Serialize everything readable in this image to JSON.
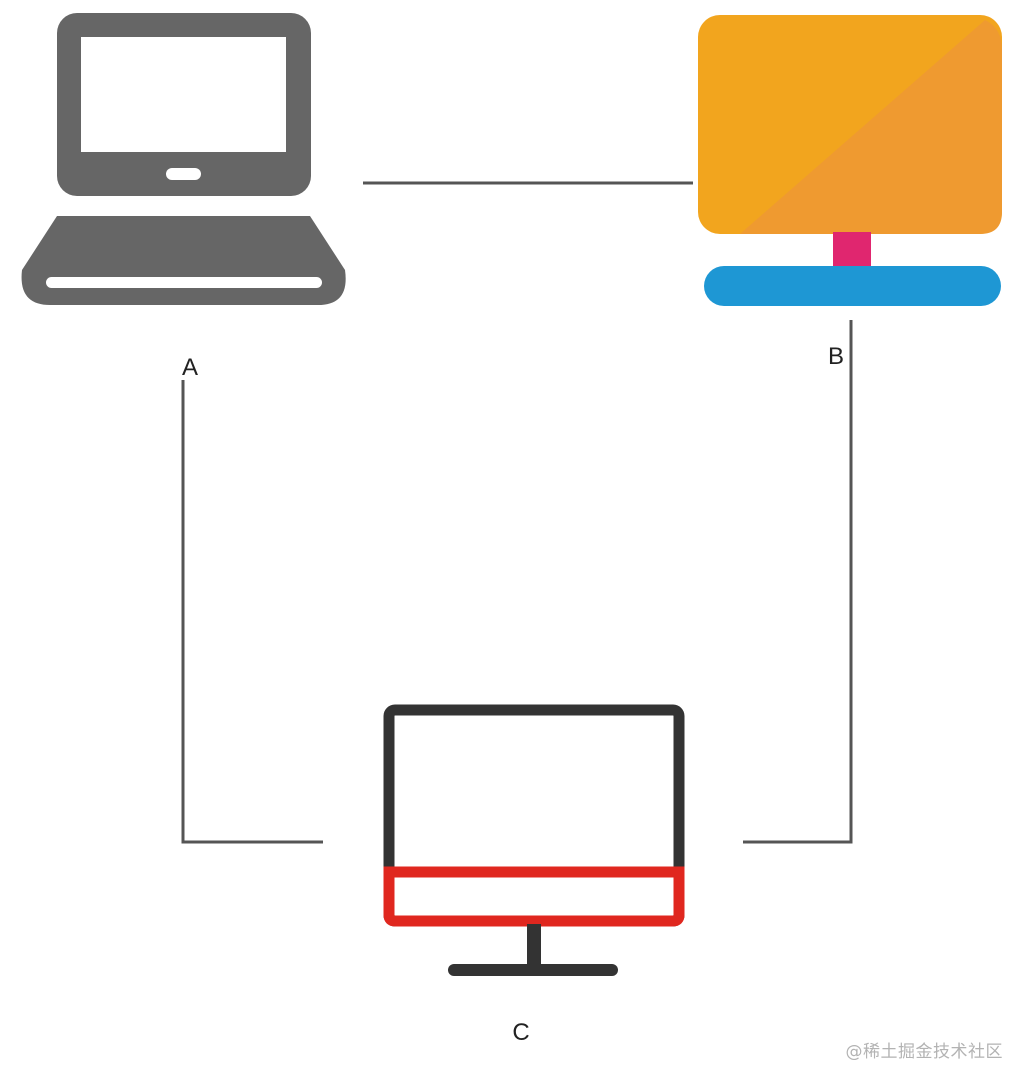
{
  "nodes": [
    {
      "id": "A",
      "label": "A",
      "icon": "laptop-icon"
    },
    {
      "id": "B",
      "label": "B",
      "icon": "desktop-monitor-icon"
    },
    {
      "id": "C",
      "label": "C",
      "icon": "desktop-monitor-outline-icon"
    }
  ],
  "edges": [
    {
      "from": "A",
      "to": "B"
    },
    {
      "from": "A",
      "to": "C"
    },
    {
      "from": "B",
      "to": "C"
    }
  ],
  "watermark": "@稀土掘金技术社区",
  "colors": {
    "connector": "#555555",
    "laptop": "#666666",
    "monitor_b_screen_light": "#f2a51e",
    "monitor_b_screen_dark": "#ef9a30",
    "monitor_b_stand": "#e0266f",
    "monitor_b_base": "#1e97d4",
    "monitor_c_frame": "#333333",
    "monitor_c_chin": "#e0271f"
  }
}
